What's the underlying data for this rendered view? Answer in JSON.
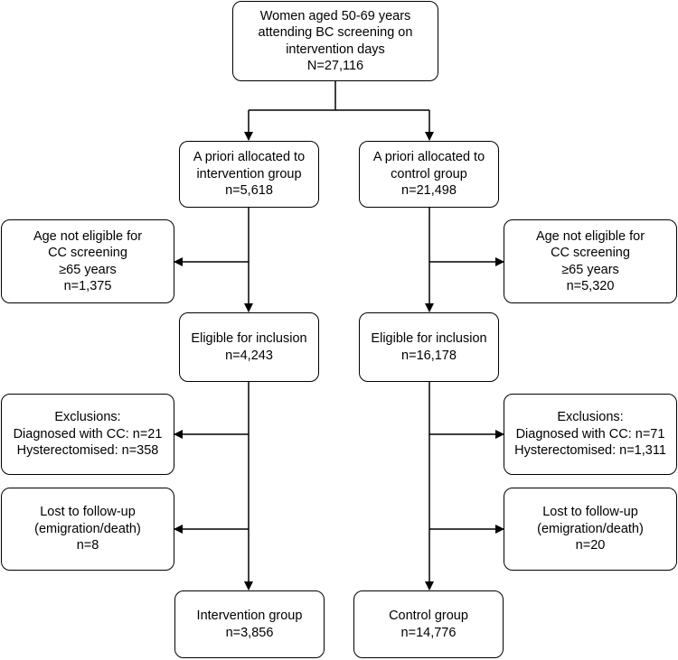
{
  "diagram": {
    "top": [
      "Women aged 50-69 years",
      "attending BC screening on",
      "intervention days",
      "N=27,116"
    ],
    "intervention": {
      "alloc": [
        "A priori allocated to",
        "intervention group",
        "n=5,618"
      ],
      "age": [
        "Age not eligible for",
        "CC screening",
        "≥65 years",
        "n=1,375"
      ],
      "eligible": [
        "Eligible for inclusion",
        "n=4,243"
      ],
      "exclusions": [
        "Exclusions:",
        "Diagnosed with CC: n=21",
        "Hysterectomised: n=358"
      ],
      "lost": [
        "Lost to follow-up",
        "(emigration/death)",
        "n=8"
      ],
      "final": [
        "Intervention group",
        "n=3,856"
      ]
    },
    "control": {
      "alloc": [
        "A priori allocated to",
        "control group",
        "n=21,498"
      ],
      "age": [
        "Age not eligible for",
        "CC screening",
        "≥65 years",
        "n=5,320"
      ],
      "eligible": [
        "Eligible for inclusion",
        "n=16,178"
      ],
      "exclusions": [
        "Exclusions:",
        "Diagnosed with CC: n=71",
        "Hysterectomised: n=1,311"
      ],
      "lost": [
        "Lost to follow-up",
        "(emigration/death)",
        "n=20"
      ],
      "final": [
        "Control group",
        "n=14,776"
      ]
    }
  }
}
